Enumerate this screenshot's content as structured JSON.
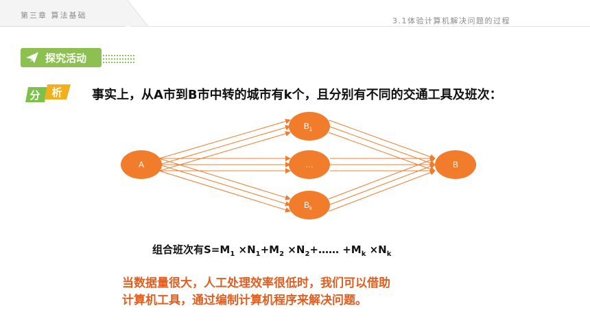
{
  "header": {
    "chapter": "第三章 算法基础",
    "section": "3.1体验计算机解决问题的过程"
  },
  "activity": {
    "label": "探究活动"
  },
  "analysis": {
    "char1": "分",
    "char2": "析"
  },
  "headline": "事实上，从A市到B市中转的城市有k个，且分别有不同的交通工具及班次：",
  "diagram": {
    "nodes": {
      "a": "A",
      "b1_main": "B",
      "b1_sub": "1",
      "mid": "…",
      "bk_main": "B",
      "bk_sub": "k",
      "b": "B"
    }
  },
  "formula": {
    "prefix": "组合班次有S=M",
    "s1": "1",
    "t1": " ×N",
    "s2": "1",
    "t2": "+M",
    "s3": "2",
    "t3": " ×N",
    "s4": "2",
    "t4": "+…… +M",
    "s5": "k",
    "t5": " ×N",
    "s6": "k"
  },
  "conclusion": {
    "line1": "当数据量很大，人工处理效率很低时，我们可以借助",
    "line2": "计算机工具，通过编制计算机程序来解决问题。"
  },
  "colors": {
    "node_fill": "#f07c2c",
    "arrow": "#f07c2c",
    "activity_green": "#8cc152",
    "analysis_green": "#7cc24a",
    "analysis_yellow": "#f2b01e",
    "conclusion": "#e05e20"
  }
}
